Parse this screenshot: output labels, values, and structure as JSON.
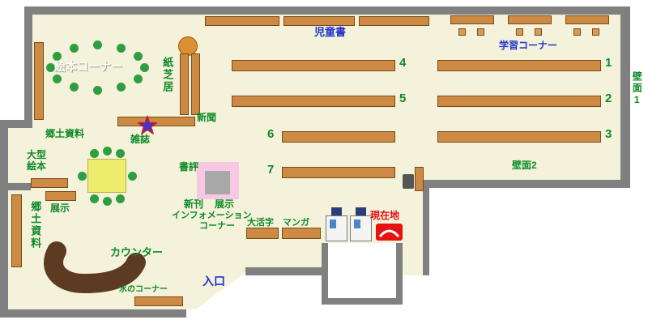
{
  "labels": {
    "jidosho": "児童書",
    "gakushu": "学習コーナー",
    "ehon_corner": "絵本コーナー",
    "kamishibai": "紙芝居",
    "shinbun": "新聞",
    "kyodo_top": "郷土資料",
    "zasshi": "雑誌",
    "ogata_line1": "大型",
    "ogata_line2": "絵本",
    "tenji_left": "展示",
    "kyodo_left": "郷土資料",
    "shohyo": "書評",
    "shinkan": "新刊",
    "tenji_center": "展示",
    "info_line1": "インフォメーション",
    "info_line2": "コーナー",
    "counter": "カウンター",
    "mizu": "水のコーナー",
    "iriguchi": "入口",
    "daikatsuji": "大活字",
    "manga": "マンガ",
    "genzaichi": "現在地",
    "hekimen1": "壁面1",
    "hekimen2": "壁面2"
  },
  "shelves": {
    "s1": "1",
    "s2": "2",
    "s3": "3",
    "s4": "4",
    "s5": "5",
    "s6": "6",
    "s7": "7"
  },
  "colors": {
    "floor": "#f4f2da",
    "wall": "#808080",
    "shelf_brown": "#cd8a45",
    "counter_brown": "#5d3a22",
    "accent_green": "#0e8a28",
    "accent_blue": "#2233cc",
    "alert_red": "#e81010",
    "chair_dot_green": "#2f9e41",
    "table_yellow": "#efed6e",
    "display_pink": "#f7c7e3",
    "star_blue": "#4433cc"
  }
}
